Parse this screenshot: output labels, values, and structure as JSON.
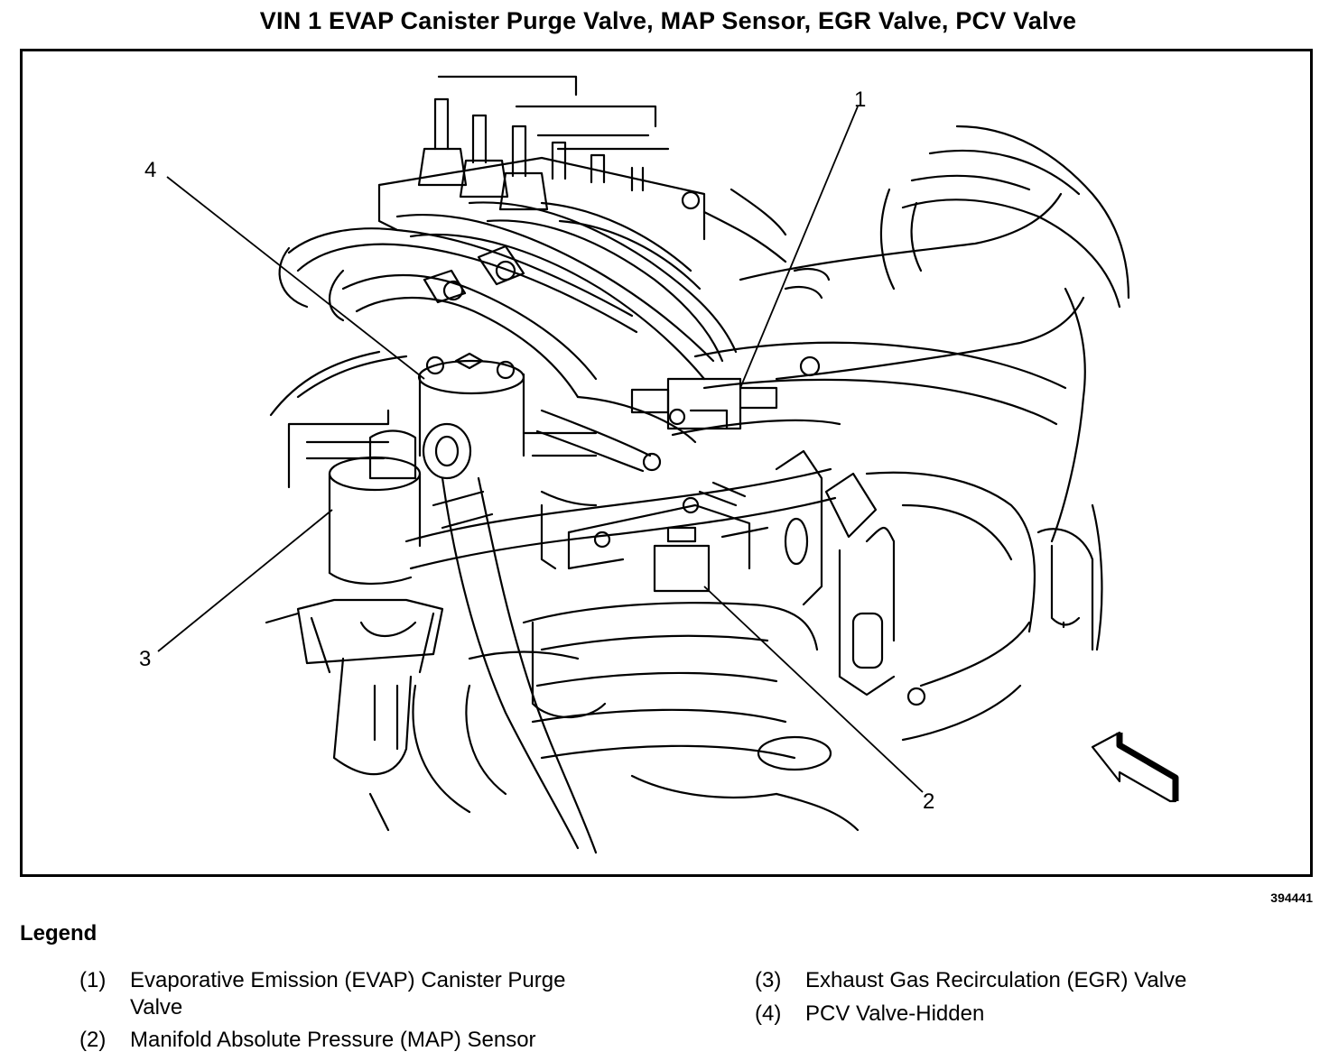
{
  "title": "VIN 1 EVAP Canister Purge Valve, MAP Sensor, EGR Valve, PCV Valve",
  "callouts": {
    "c1": "1",
    "c2": "2",
    "c3": "3",
    "c4": "4"
  },
  "figure_number": "394441",
  "legend": {
    "heading": "Legend",
    "items": [
      {
        "number": "(1)",
        "text": "Evaporative Emission (EVAP) Canister Purge Valve"
      },
      {
        "number": "(2)",
        "text": "Manifold Absolute Pressure (MAP) Sensor"
      },
      {
        "number": "(3)",
        "text": "Exhaust Gas Recirculation (EGR) Valve"
      },
      {
        "number": "(4)",
        "text": "PCV Valve-Hidden"
      }
    ]
  }
}
